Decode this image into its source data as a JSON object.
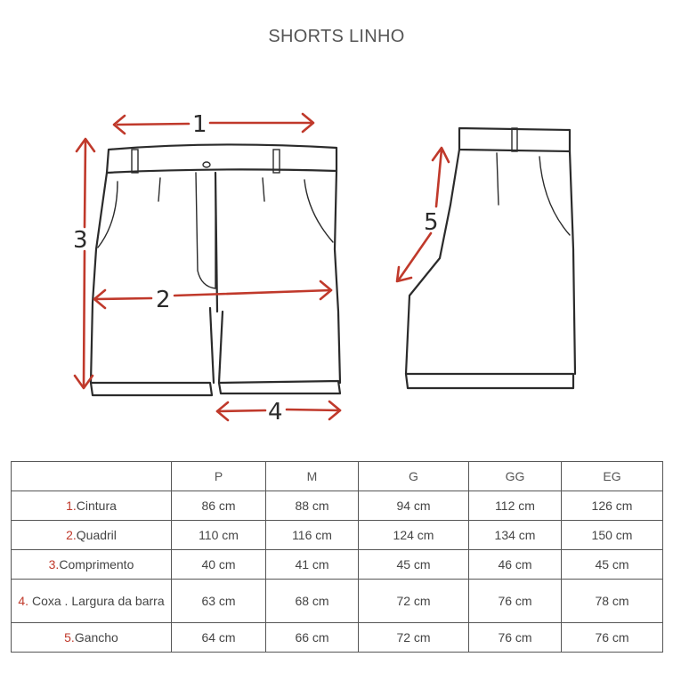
{
  "title": "SHORTS LINHO",
  "diagram_labels": {
    "m1": "1",
    "m2": "2",
    "m3": "3",
    "m4": "4",
    "m5": "5"
  },
  "table": {
    "headers": [
      "",
      "P",
      "M",
      "G",
      "GG",
      "EG"
    ],
    "rows": [
      {
        "num": "1.",
        "label": "Cintura",
        "values": [
          "86 cm",
          "88 cm",
          "94 cm",
          "112 cm",
          "126 cm"
        ]
      },
      {
        "num": "2.",
        "label": "Quadril",
        "values": [
          "110 cm",
          "116 cm",
          "124 cm",
          "134 cm",
          "150 cm"
        ]
      },
      {
        "num": "3.",
        "label": "Comprimento",
        "values": [
          "40 cm",
          "41 cm",
          "45 cm",
          "46 cm",
          "45 cm"
        ]
      },
      {
        "num": "4.",
        "label": " Coxa . Largura da barra",
        "values": [
          "63 cm",
          "68 cm",
          "72 cm",
          "76 cm",
          "78 cm"
        ]
      },
      {
        "num": "5.",
        "label": "Gancho",
        "values": [
          "64 cm",
          "66 cm",
          "72 cm",
          "76 cm",
          "76 cm"
        ]
      }
    ]
  },
  "colors": {
    "accent": "#c0392b",
    "ink": "#2b2b2b",
    "border": "#555555"
  }
}
